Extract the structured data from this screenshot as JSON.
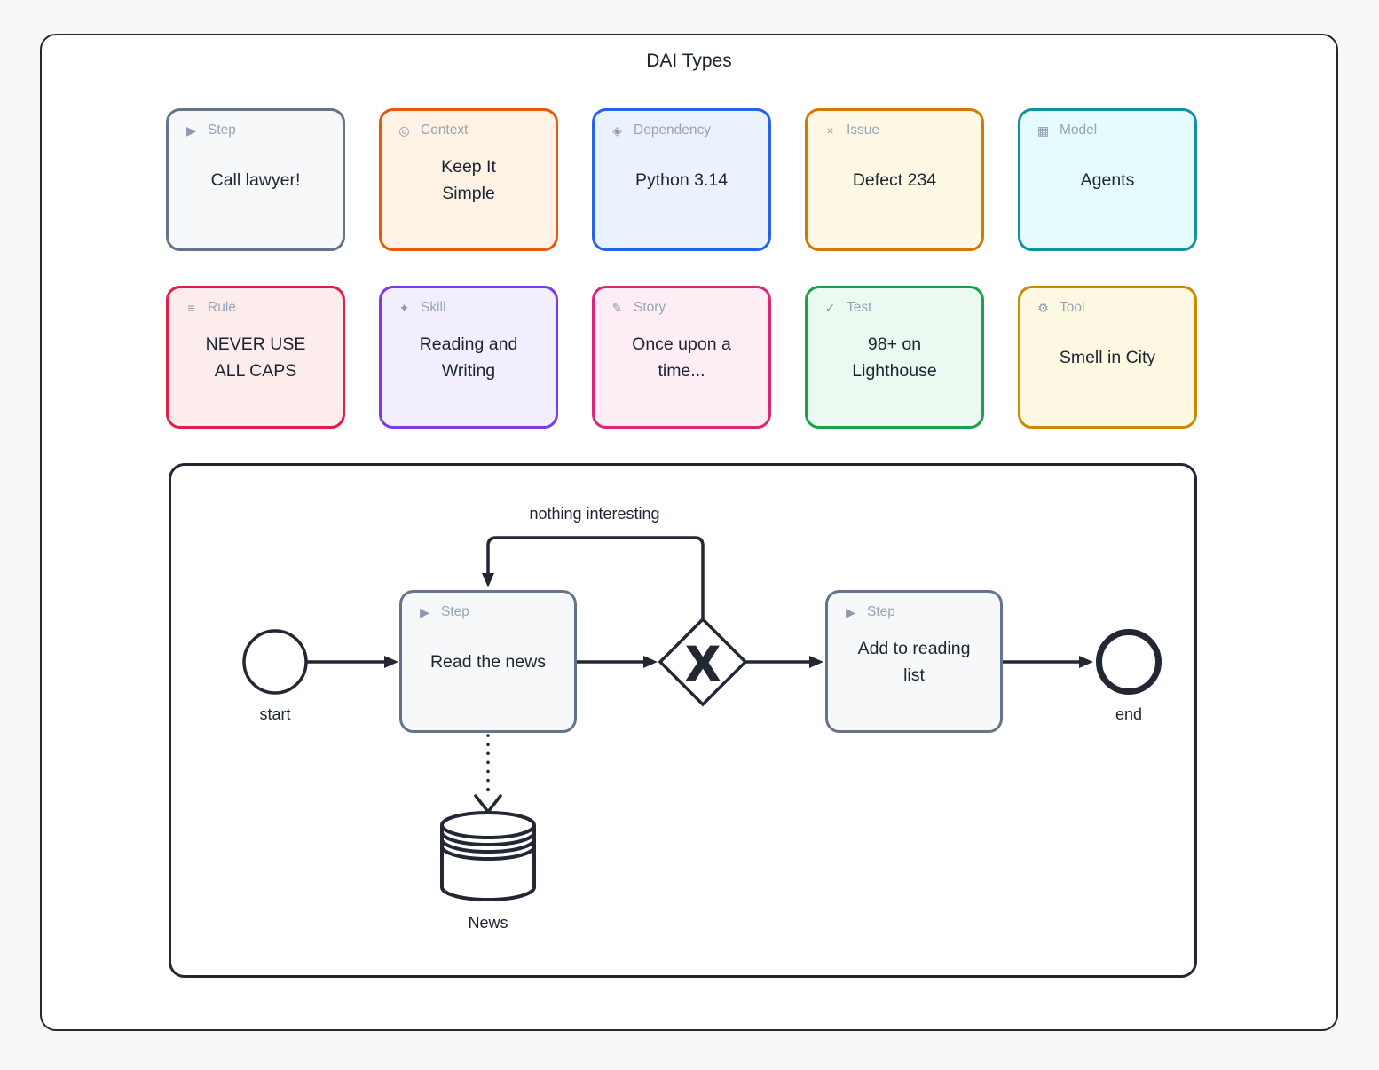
{
  "title": "DAI Types",
  "colors": {
    "page_bg": "#f8f8f8",
    "canvas_bg": "#ffffff",
    "outline": "#222733",
    "type_label": "#97a3b6",
    "card_text": "#1b2433"
  },
  "cards": [
    {
      "type_label": "Step",
      "icon_name": "play-icon",
      "icon": "▶",
      "text": "Call lawyer!",
      "border": "#64748b",
      "bg": "#f6f8fa"
    },
    {
      "type_label": "Context",
      "icon_name": "bullseye-icon",
      "icon": "◎",
      "text": "Keep It\nSimple",
      "border": "#ea580c",
      "bg": "#fdf2e4"
    },
    {
      "type_label": "Dependency",
      "icon_name": "diamond-icon",
      "icon": "◈",
      "text": "Python 3.14",
      "border": "#2563eb",
      "bg": "#eaf2fe"
    },
    {
      "type_label": "Issue",
      "icon_name": "cross-icon",
      "icon": "×",
      "text": "Defect 234",
      "border": "#d97706",
      "bg": "#fdf8e4"
    },
    {
      "type_label": "Model",
      "icon_name": "grid-icon",
      "icon": "▦",
      "text": "Agents",
      "border": "#12929e",
      "bg": "#e6fbfb"
    },
    {
      "type_label": "Rule",
      "icon_name": "lines-icon",
      "icon": "≡",
      "text": "NEVER USE\nALL CAPS",
      "border": "#e11d48",
      "bg": "#fdecec"
    },
    {
      "type_label": "Skill",
      "icon_name": "sparkle-icon",
      "icon": "✦",
      "text": "Reading and\nWriting",
      "border": "#7c3aed",
      "bg": "#f2eefd"
    },
    {
      "type_label": "Story",
      "icon_name": "pencil-icon",
      "icon": "✎",
      "text": "Once upon a\ntime...",
      "border": "#db2777",
      "bg": "#fdeef6"
    },
    {
      "type_label": "Test",
      "icon_name": "check-icon",
      "icon": "✓",
      "text": "98+ on\nLighthouse",
      "border": "#16a34a",
      "bg": "#ebf9f0"
    },
    {
      "type_label": "Tool",
      "icon_name": "gear-icon",
      "icon": "⚙",
      "text": "Smell in City",
      "border": "#ca8a04",
      "bg": "#fdf8e2"
    }
  ],
  "flow": {
    "start_label": "start",
    "end_label": "end",
    "gateway_symbol": "X",
    "loop_label": "nothing interesting",
    "datastore_label": "News",
    "step1": {
      "type_label": "Step",
      "icon_name": "play-icon",
      "icon": "▶",
      "text": "Read the news",
      "border": "#64748b",
      "bg": "#f6f8fa"
    },
    "step2": {
      "type_label": "Step",
      "icon_name": "play-icon",
      "icon": "▶",
      "text": "Add to reading\nlist",
      "border": "#64748b",
      "bg": "#f6f8fa"
    }
  }
}
